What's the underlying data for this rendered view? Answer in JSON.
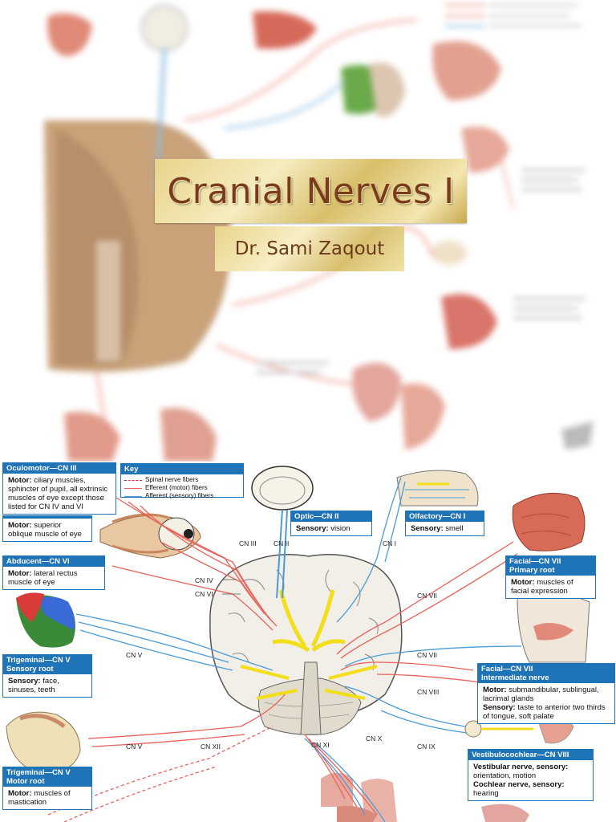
{
  "title": "Cranial Nerves I",
  "subtitle": "Dr. Sami Zaqout",
  "diagram": {
    "key": {
      "header": "Key",
      "items": [
        {
          "label": "Spinal nerve fibers",
          "color": "#cc3333",
          "style": "dashed"
        },
        {
          "label": "Efferent (motor) fibers",
          "color": "#e8625a",
          "style": "solid"
        },
        {
          "label": "Afferent (sensory) fibers",
          "color": "#4a9bd6",
          "style": "solid"
        }
      ]
    },
    "labels": {
      "oculomotor": {
        "title": "Oculomotor—CN III",
        "role": "Motor:",
        "text": "ciliary muscles, sphincter of pupil, all extrinsic muscles of eye except those listed for CN IV and VI"
      },
      "trochlear": {
        "role": "Motor:",
        "text": "superior oblique muscle of eye"
      },
      "abducent": {
        "title": "Abducent—CN VI",
        "role": "Motor:",
        "text": "lateral rectus muscle of eye"
      },
      "trigeminal_sensory": {
        "title": "Trigeminal—CN V",
        "title2": "Sensory root",
        "role": "Sensory:",
        "text": "face, sinuses, teeth"
      },
      "trigeminal_motor": {
        "title": "Trigeminal—CN V",
        "title2": "Motor root",
        "role": "Motor:",
        "text": "muscles of mastication"
      },
      "optic": {
        "title": "Optic—CN II",
        "role": "Sensory:",
        "text": "vision"
      },
      "olfactory": {
        "title": "Olfactory—CN I",
        "role": "Sensory:",
        "text": "smell"
      },
      "facial_primary": {
        "title": "Facial—CN VII",
        "title2": "Primary root",
        "role": "Motor:",
        "text": "muscles of facial expression"
      },
      "facial_intermediate": {
        "title": "Facial—CN VII",
        "title2": "Intermediate nerve",
        "role": "Motor:",
        "text": "submandibular, sublingual, lacrimal glands",
        "role2": "Sensory:",
        "text2": "taste to anterior two thirds of tongue, soft palate"
      },
      "vestibulocochlear": {
        "title": "Vestibulocochlear—CN VIII",
        "role": "Vestibular nerve, sensory:",
        "text": "orientation, motion",
        "role2": "Cochlear nerve, sensory:",
        "text2": "hearing"
      }
    },
    "nerve_tags": [
      "CN III",
      "CN II",
      "CN I",
      "CN IV",
      "CN VI",
      "CN VII",
      "CN V",
      "CN VII",
      "CN VIII",
      "CN V",
      "CN XII",
      "CN XI",
      "CN X",
      "CN IX"
    ]
  }
}
